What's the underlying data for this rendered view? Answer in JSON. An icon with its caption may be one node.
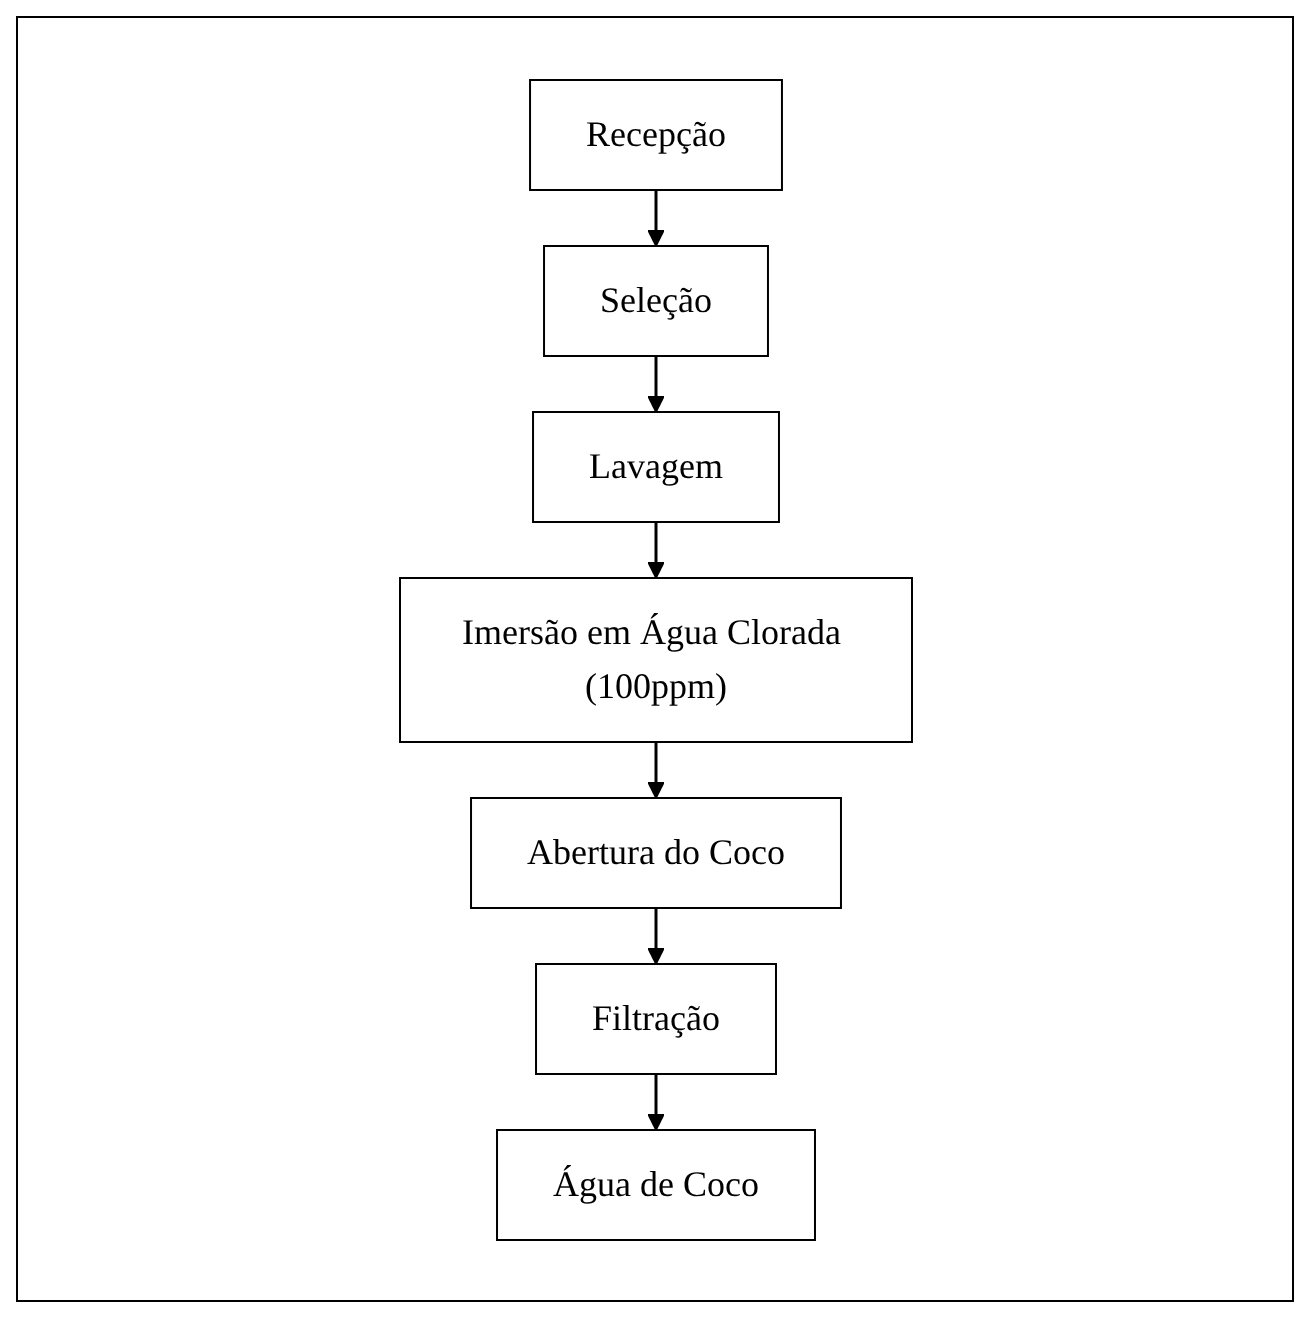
{
  "diagram": {
    "nodes": [
      {
        "text": [
          "Recepção"
        ]
      },
      {
        "text": [
          "Seleção"
        ]
      },
      {
        "text": [
          "Lavagem"
        ]
      },
      {
        "text": [
          "Imersão em Água Clorada (100ppm)"
        ]
      },
      {
        "text": [
          "Abertura do Coco"
        ]
      },
      {
        "text": [
          "Filtração"
        ]
      },
      {
        "text": [
          "Água de Coco"
        ]
      }
    ],
    "edges": [
      {
        "from": 0,
        "to": 1,
        "arrow": "to"
      },
      {
        "from": 1,
        "to": 2,
        "arrow": "to"
      },
      {
        "from": 2,
        "to": 3,
        "arrow": "to"
      },
      {
        "from": 3,
        "to": 4,
        "arrow": "to"
      },
      {
        "from": 4,
        "to": 5,
        "arrow": "to"
      },
      {
        "from": 5,
        "to": 6,
        "arrow": "to"
      }
    ]
  }
}
